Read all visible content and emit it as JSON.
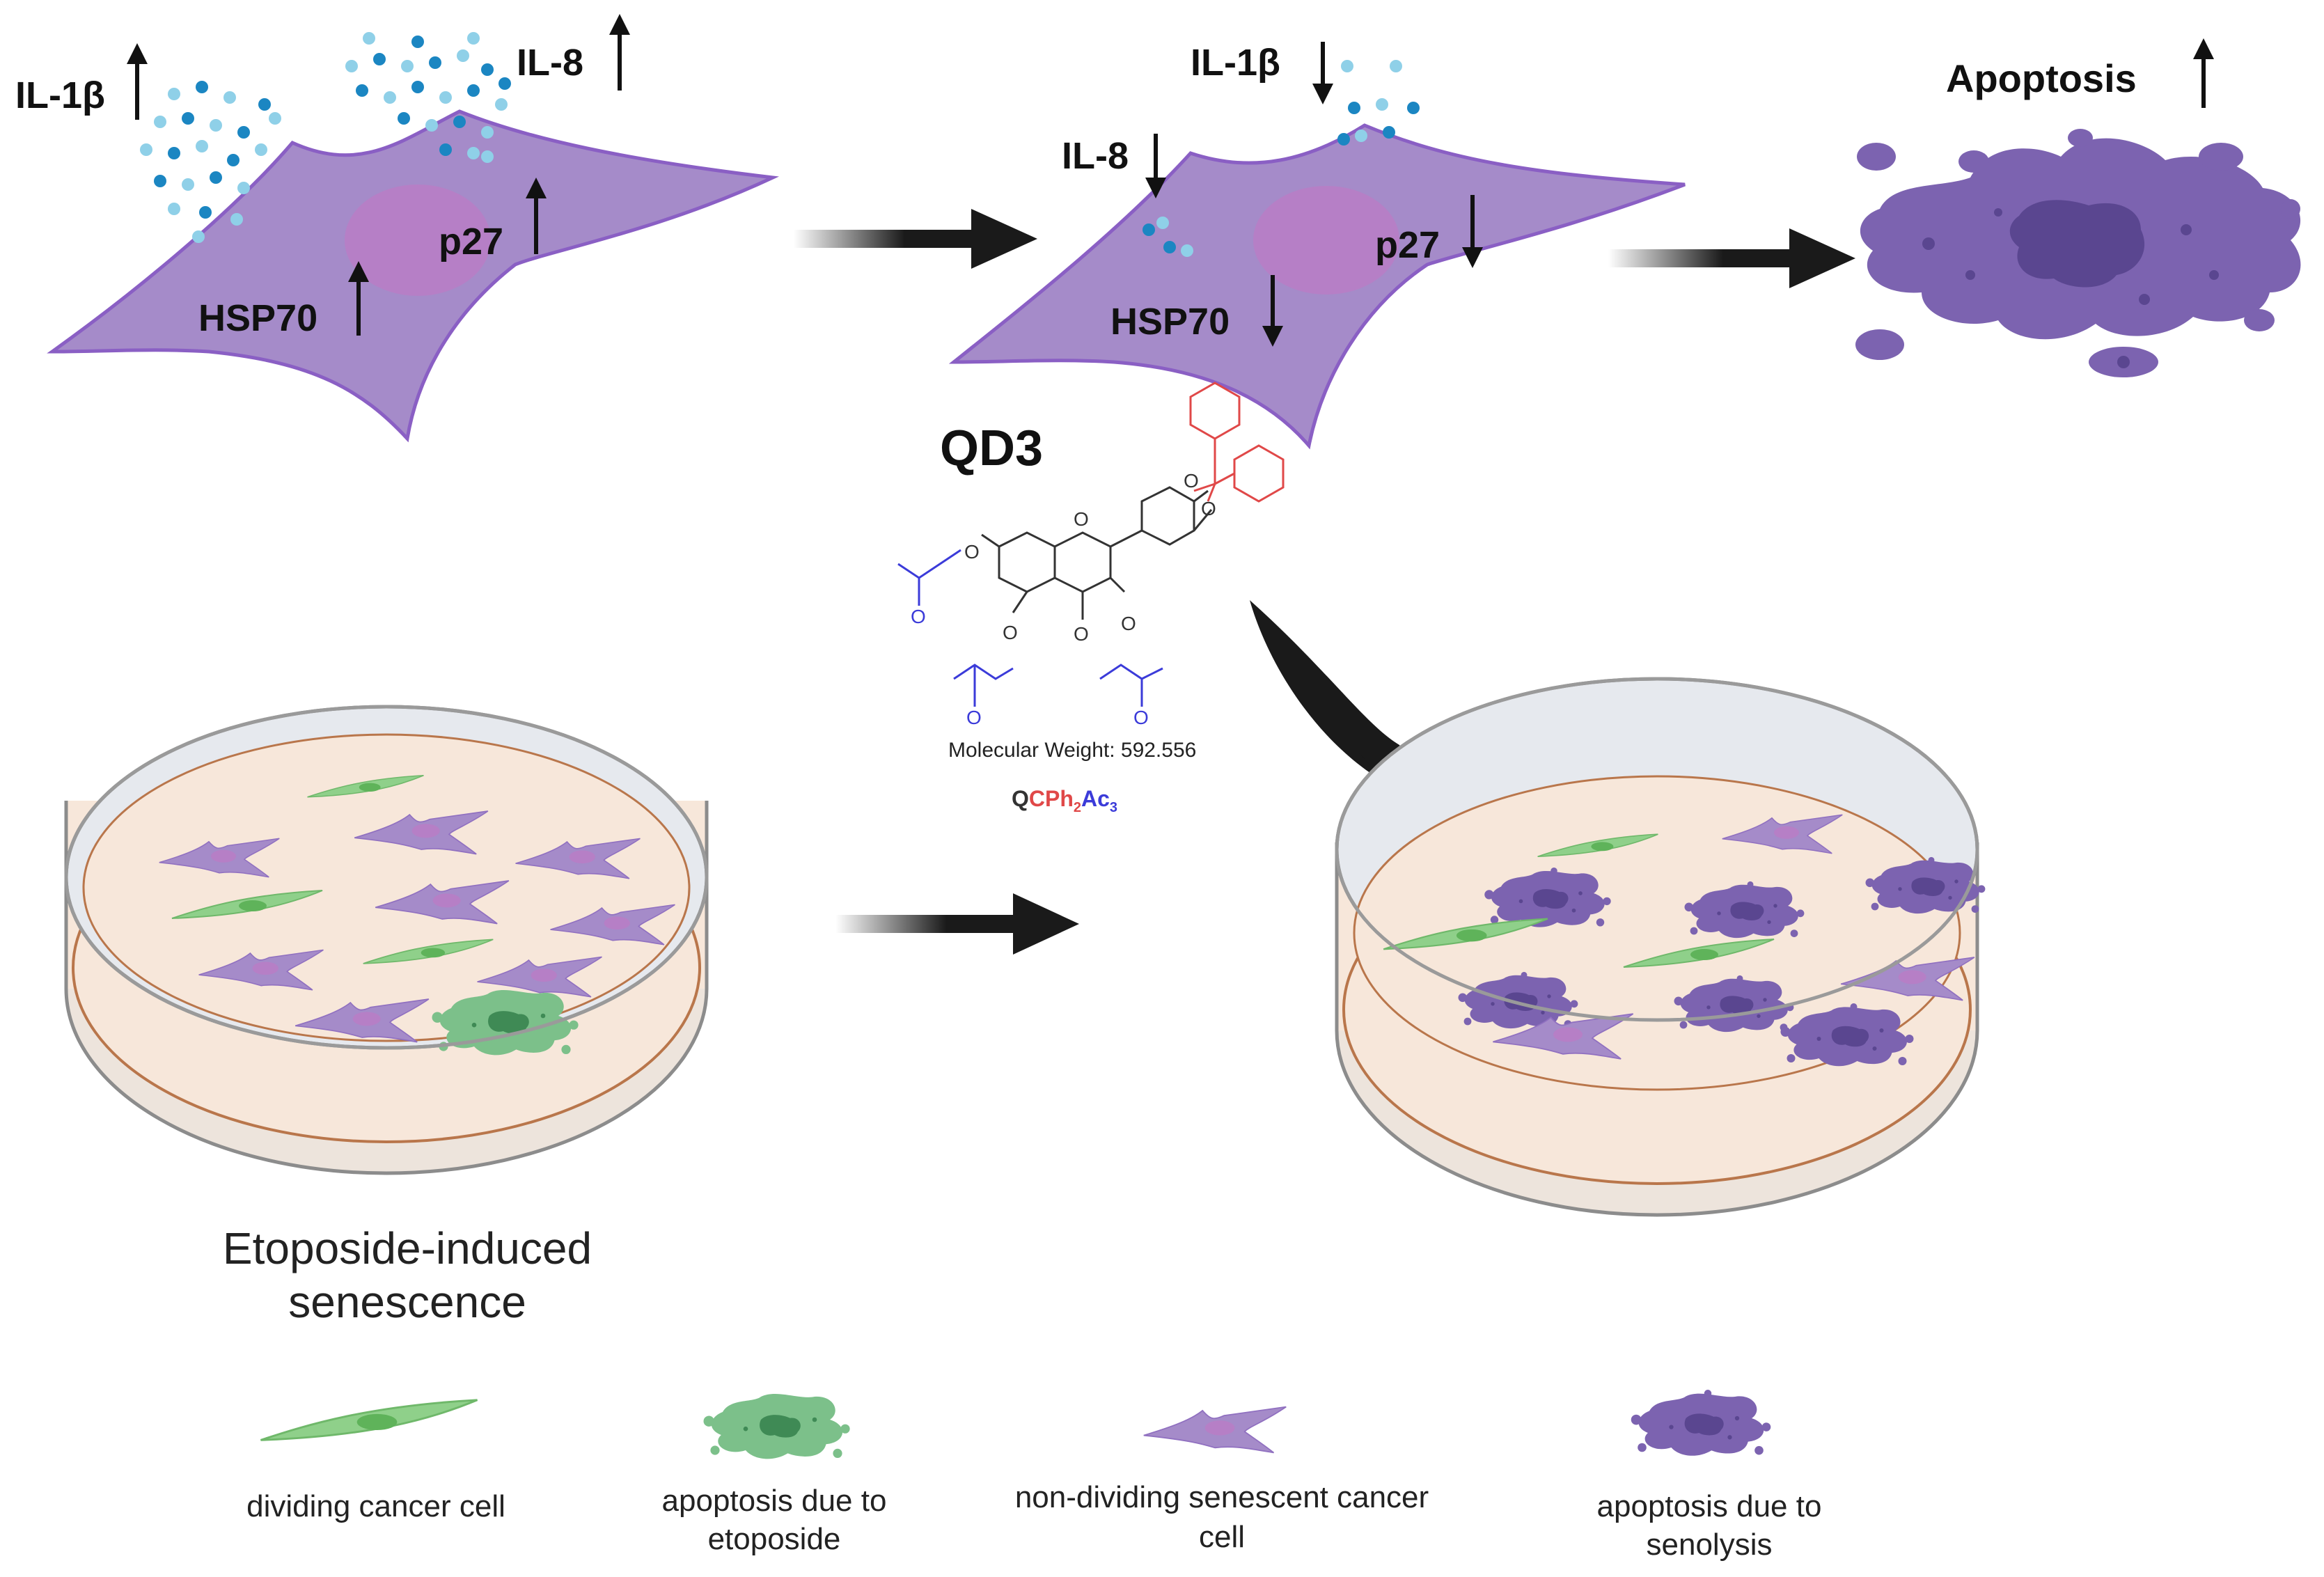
{
  "colors": {
    "senescent_cell": "#a58bc9",
    "senescent_outline": "#8a5fc4",
    "nucleus": "#b67fc6",
    "cytokine_light": "#8fd0e8",
    "cytokine_dark": "#1b86c2",
    "apoptotic_cell": "#7c63b0",
    "apoptotic_core": "#5a4690",
    "cancer_cell": "#8fd08a",
    "cancer_nucleus": "#5fb35a",
    "etoposide_apoptosis": "#5ea86c",
    "dish_medium": "#f7e7da",
    "dish_rim": "#e6e9ee",
    "arrow": "#1a1a1a",
    "chem_red": "#e04848",
    "chem_blue": "#3b3bd9",
    "chem_black": "#333333"
  },
  "top_row": {
    "cell1": {
      "il1b": "IL-1β",
      "il8": "IL-8",
      "p27": "p27",
      "hsp70": "HSP70",
      "direction": "up"
    },
    "cell2": {
      "il1b": "IL-1β",
      "il8": "IL-8",
      "p27": "p27",
      "hsp70": "HSP70",
      "direction": "down"
    },
    "apoptosis": {
      "label": "Apoptosis",
      "direction": "up"
    }
  },
  "compound": {
    "name": "QD3",
    "molecular_weight": "Molecular Weight: 592.556",
    "formula": {
      "q": "Q",
      "cph": "CPh",
      "sub2": "2",
      "ac": "Ac",
      "sub3": "3"
    },
    "atoms": {
      "o": "O"
    }
  },
  "dish_left_caption": {
    "line1": "Etoposide-induced",
    "line2": "senescence"
  },
  "legend": [
    {
      "icon": "dividing-cancer-cell-icon",
      "line1": "dividing  cancer cell",
      "line2": ""
    },
    {
      "icon": "etoposide-apoptosis-icon",
      "line1": "apoptosis due to",
      "line2": "etoposide"
    },
    {
      "icon": "senescent-cell-icon",
      "line1": "non-dividing senescent  cancer",
      "line2": "cell"
    },
    {
      "icon": "senolysis-apoptosis-icon",
      "line1": "apoptosis due to",
      "line2": "senolysis"
    }
  ]
}
